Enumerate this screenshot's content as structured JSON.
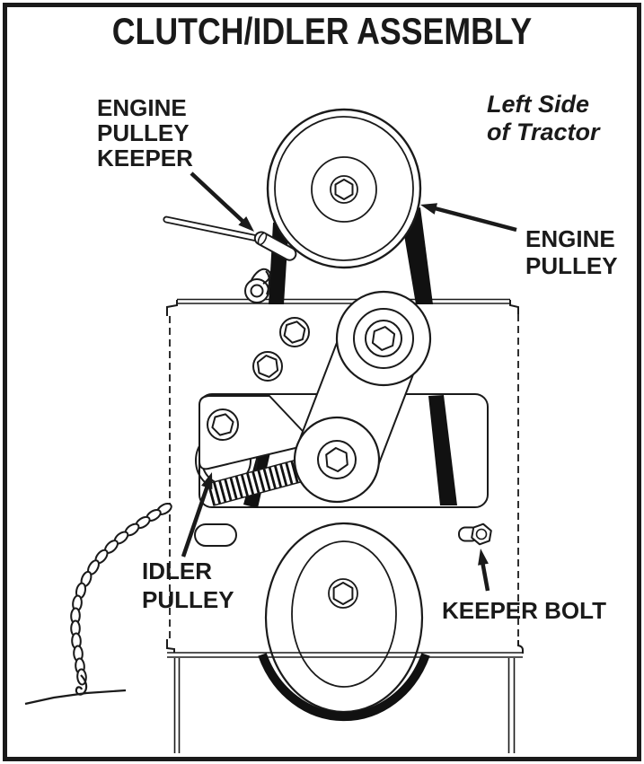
{
  "figure": {
    "title": "CLUTCH/IDLER ASSEMBLY"
  },
  "labels": {
    "engine_pulley_keeper": {
      "lines": [
        "ENGINE",
        "PULLEY",
        "KEEPER"
      ]
    },
    "left_side_of_tractor": {
      "lines": [
        "Left Side",
        "of Tractor"
      ]
    },
    "engine_pulley": {
      "lines": [
        "ENGINE",
        "PULLEY"
      ]
    },
    "idler_pulley": {
      "lines": [
        "IDLER",
        "PULLEY"
      ]
    },
    "keeper_bolt": {
      "lines": [
        "KEEPER BOLT"
      ]
    }
  },
  "colors": {
    "ink": "#1a1a1a",
    "background": "#ffffff",
    "belt": "#111111"
  }
}
